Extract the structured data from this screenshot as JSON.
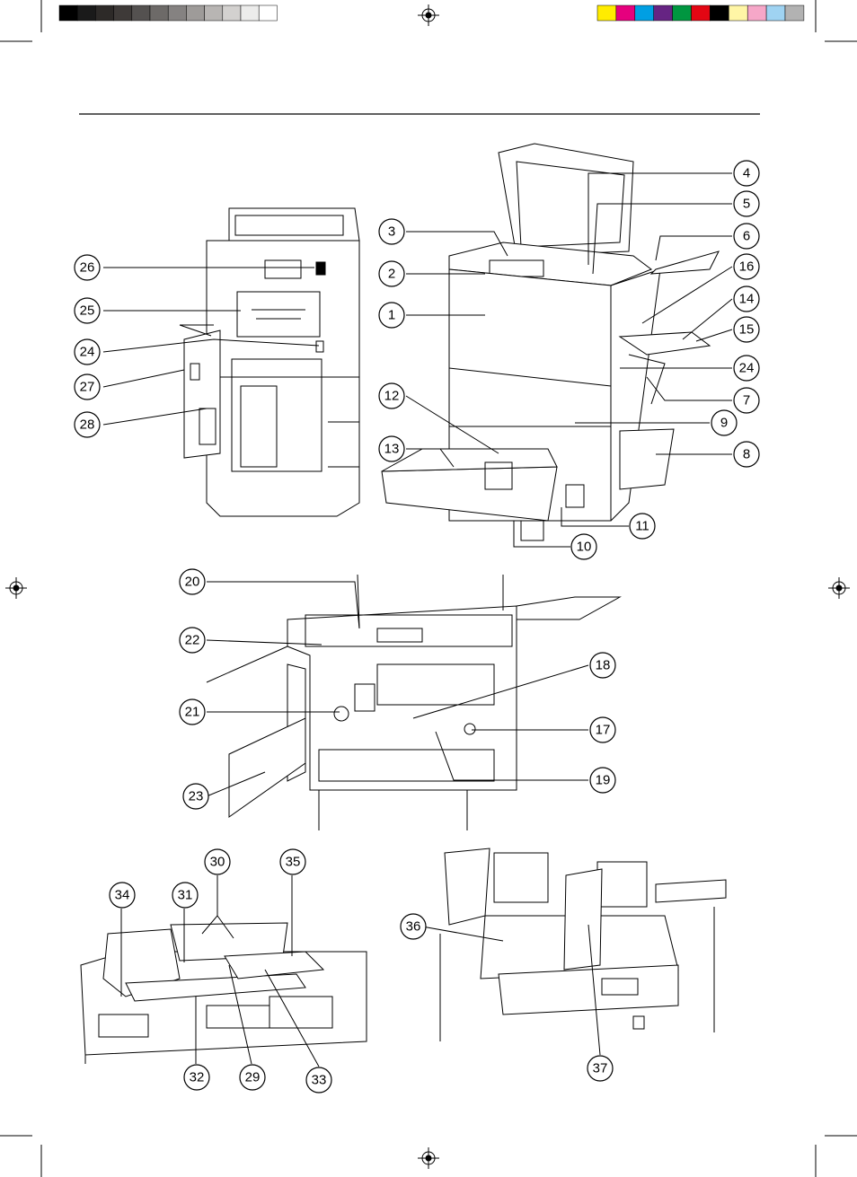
{
  "color_bar": {
    "gray_steps": [
      "#000000",
      "#1a1a1a",
      "#2d2a28",
      "#3e3a38",
      "#545150",
      "#6d6a68",
      "#858281",
      "#9e9b99",
      "#b8b5b3",
      "#d3d1cf",
      "#ececeb",
      "#ffffff"
    ],
    "swatches": [
      "#ffec00",
      "#e6007e",
      "#009fe3",
      "#662483",
      "#009640",
      "#e30613",
      "#000000",
      "#fff6a6",
      "#f6a7c8",
      "#9fd3f2",
      "#b2b2b2"
    ]
  },
  "callouts": {
    "n1": "1",
    "n2": "2",
    "n3": "3",
    "n4": "4",
    "n5": "5",
    "n6": "6",
    "n7": "7",
    "n8": "8",
    "n9": "9",
    "n10": "10",
    "n11": "11",
    "n12": "12",
    "n13": "13",
    "n14": "14",
    "n15": "15",
    "n16": "16",
    "n17": "17",
    "n18": "18",
    "n19": "19",
    "n20": "20",
    "n21": "21",
    "n22": "22",
    "n23": "23",
    "n24a": "24",
    "n24b": "24",
    "n25": "25",
    "n26": "26",
    "n27": "27",
    "n28": "28",
    "n29": "29",
    "n30": "30",
    "n31": "31",
    "n32": "32",
    "n33": "33",
    "n34": "34",
    "n35": "35",
    "n36": "36",
    "n37": "37"
  }
}
